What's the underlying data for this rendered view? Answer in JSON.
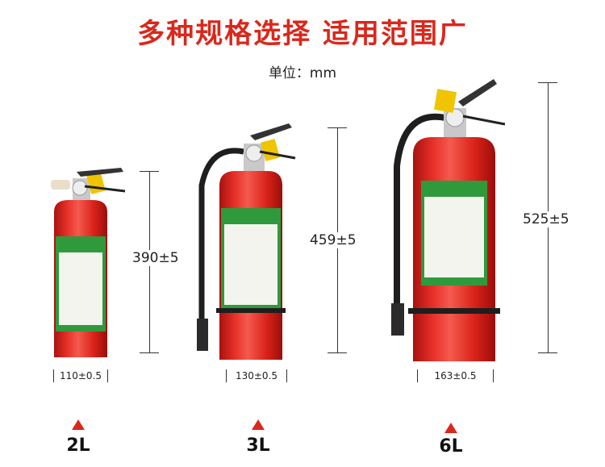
{
  "header": {
    "title": "多种规格选择 适用范围广",
    "unit": "单位：mm"
  },
  "products": [
    {
      "capacity": "2L",
      "height": "390±5",
      "diameter": "110±0.5"
    },
    {
      "capacity": "3L",
      "height": "459±5",
      "diameter": "130±0.5"
    },
    {
      "capacity": "6L",
      "height": "525±5",
      "diameter": "163±0.5"
    }
  ],
  "colors": {
    "accent": "#d9281c",
    "body": "#e0251f",
    "label": "#2e9a3c"
  }
}
